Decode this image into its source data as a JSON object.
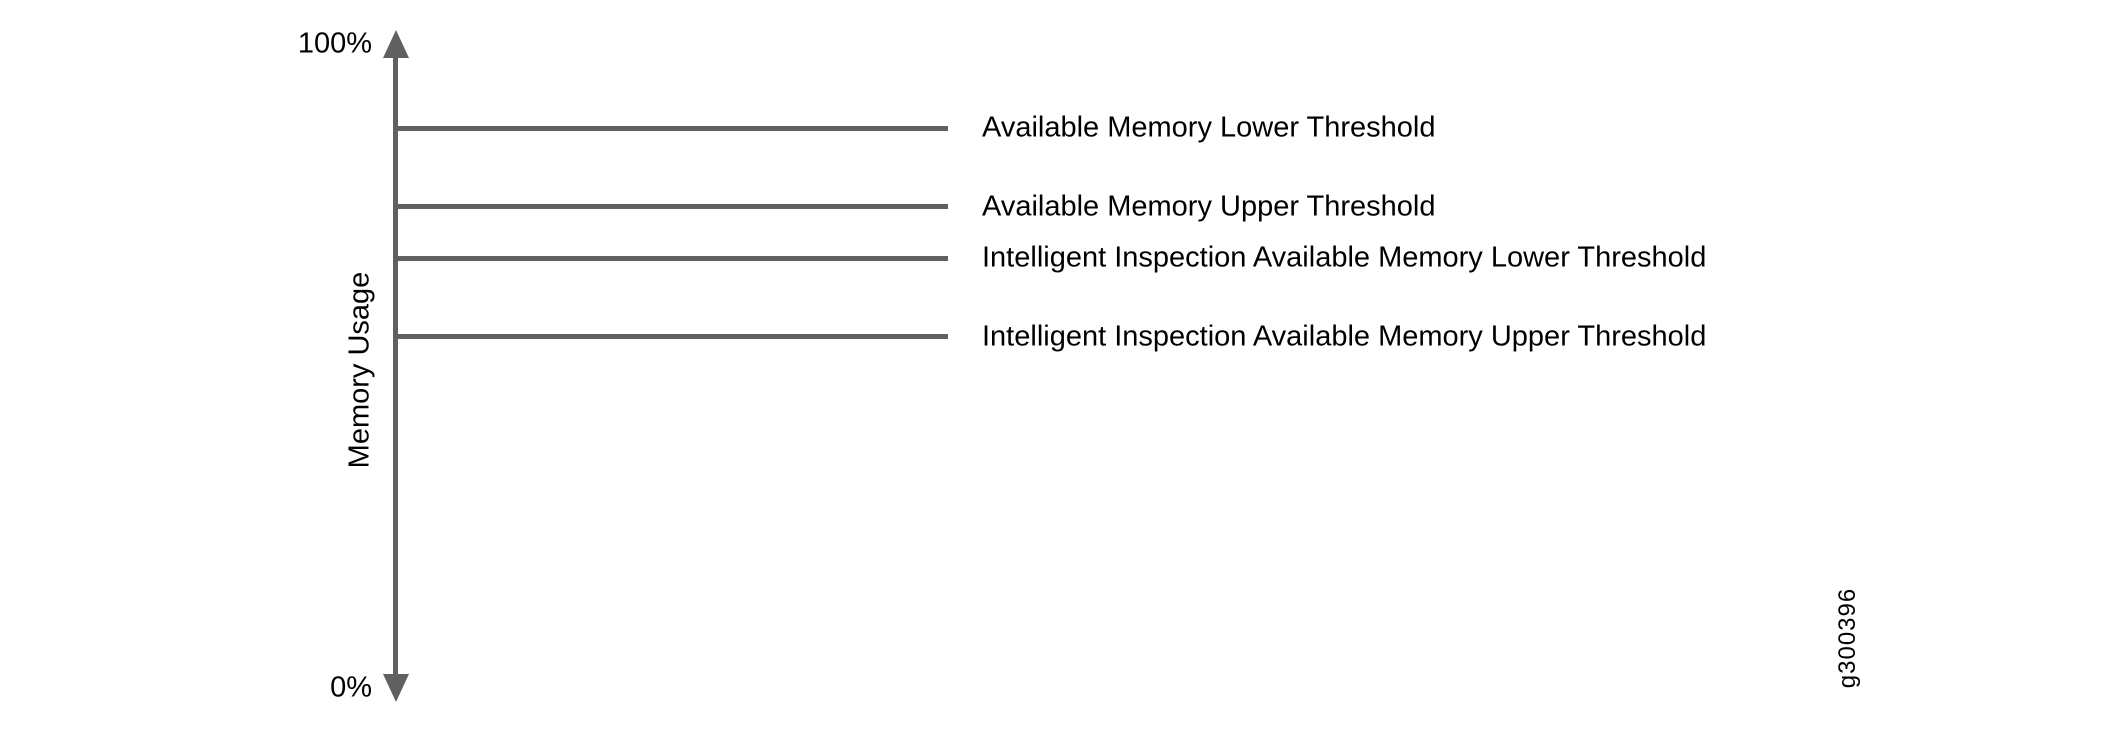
{
  "figure": {
    "id": "g300396",
    "background_color": "#ffffff",
    "line_color": "#5f6062",
    "text_color": "#000000"
  },
  "axis": {
    "label": "Memory Usage",
    "orientation": "vertical",
    "top_tick_label": "100%",
    "bottom_tick_label": "0%",
    "range_percent": [
      0,
      100
    ]
  },
  "thresholds": [
    {
      "label": "Available Memory Lower Threshold",
      "approx_position_percent": 86
    },
    {
      "label": "Available Memory Upper Threshold",
      "approx_position_percent": 74
    },
    {
      "label": "Intelligent Inspection Available Memory Lower Threshold",
      "approx_position_percent": 66
    },
    {
      "label": "Intelligent Inspection Available Memory Upper Threshold",
      "approx_position_percent": 55
    }
  ]
}
